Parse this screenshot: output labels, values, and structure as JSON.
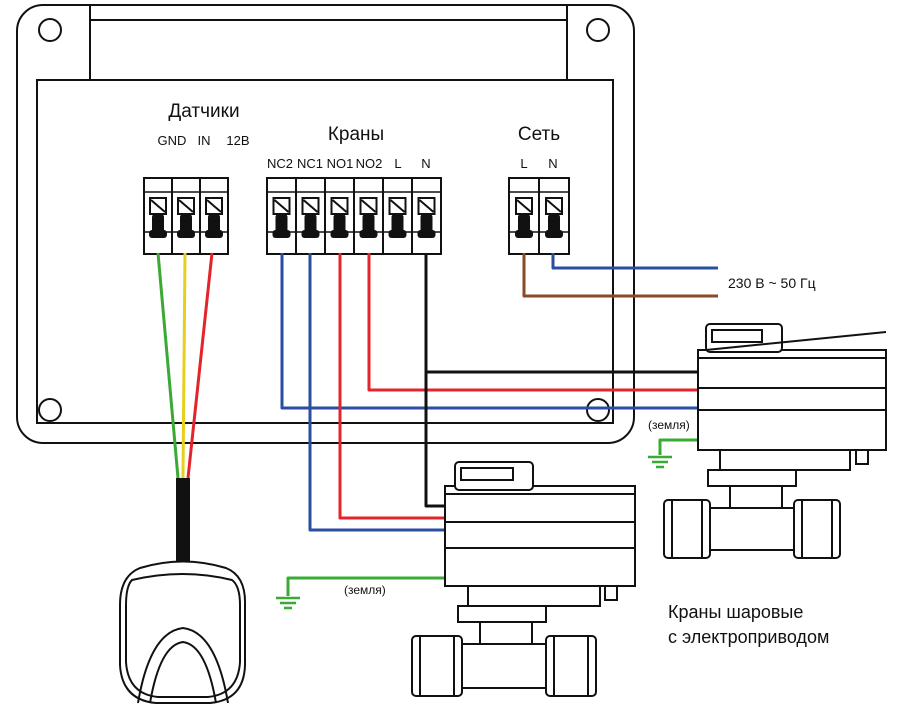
{
  "labels": {
    "sensors_title": "Датчики",
    "sensor_terminals": [
      "GND",
      "IN",
      "12B"
    ],
    "valves_title": "Краны",
    "valve_terminals": [
      "NC2",
      "NC1",
      "NO1",
      "NO2",
      "L",
      "N"
    ],
    "mains_title": "Сеть",
    "mains_terminals": [
      "L",
      "N"
    ],
    "mains_voltage": "230 В ~ 50 Гц",
    "ground_label_1": "(земля)",
    "ground_label_2": "(земля)",
    "caption_line1": "Краны шаровые",
    "caption_line2": "с электроприводом"
  },
  "colors": {
    "outline": "#111111",
    "wire_green": "#3aaa35",
    "wire_yellow": "#e6d01c",
    "wire_red": "#e3242b",
    "wire_blue": "#2a4ea0",
    "wire_black": "#111111",
    "wire_brown": "#8a4a22"
  }
}
